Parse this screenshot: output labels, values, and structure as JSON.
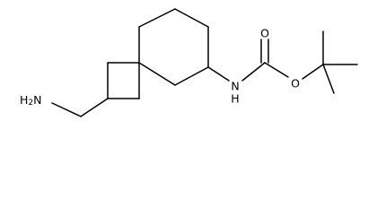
{
  "molecule": {
    "atom_labels": {
      "amine": [
        "H",
        "2",
        "N"
      ],
      "amide_nitrogen": "N",
      "amide_hydrogen": "H",
      "carbonyl_oxygen": "O",
      "ester_oxygen": "O"
    }
  },
  "colors": {
    "bond": "#000000",
    "background": "#ffffff"
  }
}
